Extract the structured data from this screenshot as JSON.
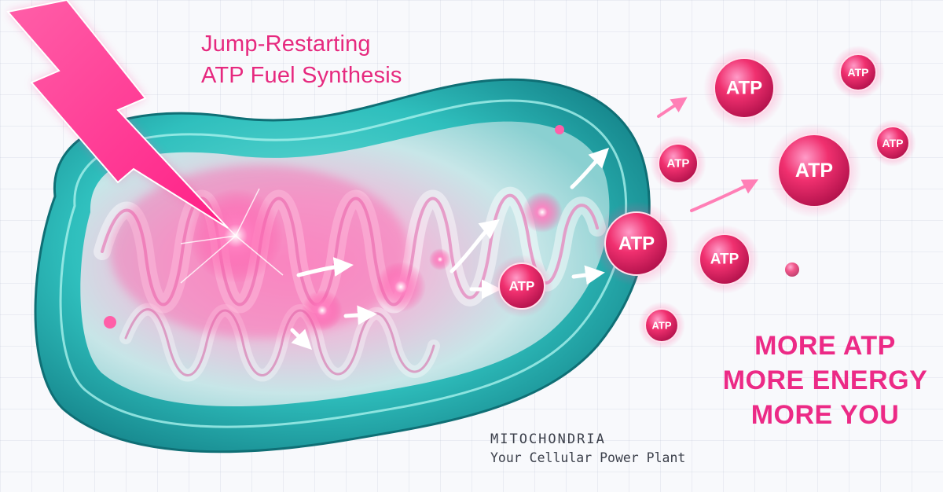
{
  "headline": {
    "line1": "Jump-Restarting",
    "line2": "ATP Fuel Synthesis"
  },
  "slogan": {
    "line1": "MORE ATP",
    "line2": "MORE ENERGY",
    "line3": "MORE YOU"
  },
  "caption": {
    "title": "MITOCHONDRIA",
    "subtitle": "Your Cellular Power Plant"
  },
  "molecule_label": "ATP",
  "colors": {
    "accent_pink": "#ec2a86",
    "membrane_teal": "#39c9c4",
    "caption_text": "#3b3f4a",
    "background": "#f8f9fc"
  },
  "icons": [
    "lightning-bolt-icon",
    "mitochondrion-illustration",
    "atp-molecule-icon",
    "arrow-icon"
  ]
}
